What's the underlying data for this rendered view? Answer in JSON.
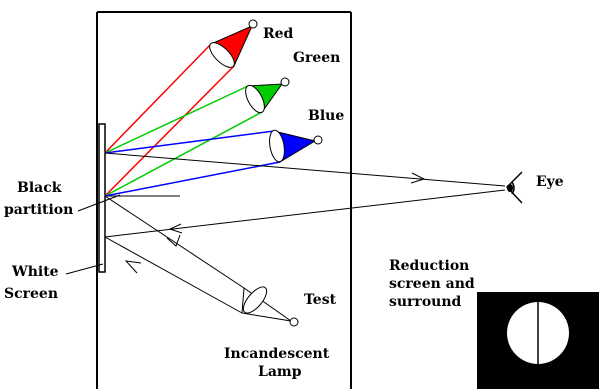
{
  "labels": {
    "red": "Red",
    "green": "Green",
    "blue": "Blue",
    "eye": "Eye",
    "black_partition_line1": "Black",
    "black_partition_line2": "partition",
    "white_screen_line1": "White",
    "white_screen_line2": "Screen",
    "reduction_line1": "Reduction",
    "reduction_line2": "screen and",
    "reduction_line3": "surround",
    "test": "Test",
    "incandescent_line1": "Incandescent",
    "incandescent_line2": "Lamp"
  },
  "colors": {
    "red": "#ff0000",
    "green": "#00cc00",
    "blue": "#0000ff",
    "black": "#000000",
    "white": "#ffffff"
  }
}
